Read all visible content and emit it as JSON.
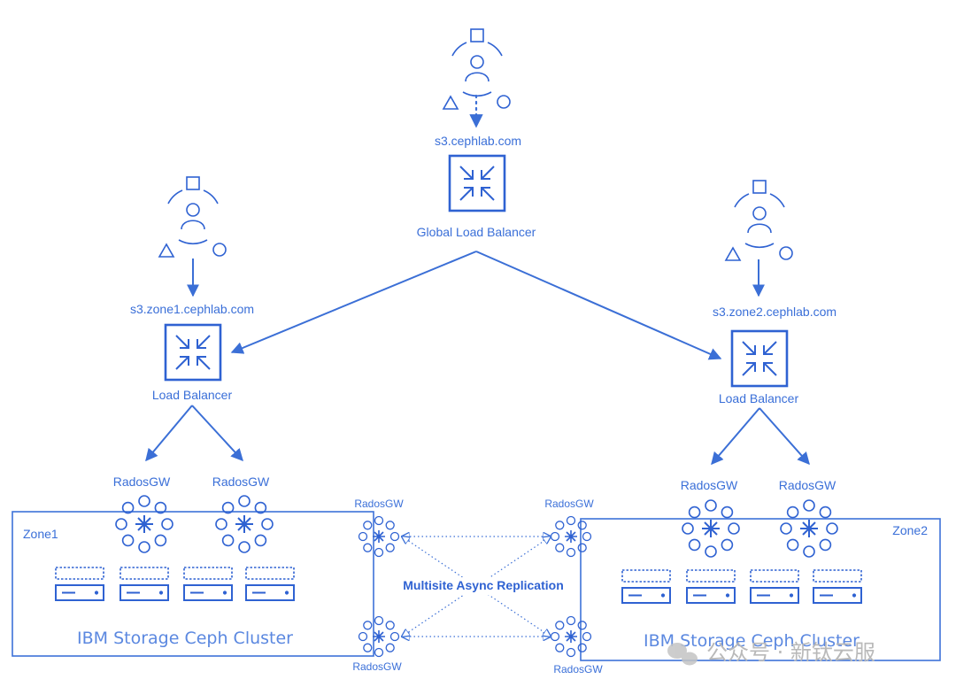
{
  "colors": {
    "primary": "#2f62d2",
    "line": "#3b6fd6",
    "zone_border": "#3d72d8",
    "watermark": "#b9b9b9"
  },
  "global": {
    "endpoint": "s3.cephlab.com",
    "balancer_label": "Global Load Balancer"
  },
  "zone1": {
    "endpoint": "s3.zone1.cephlab.com",
    "balancer_label": "Load Balancer",
    "zone_label": "Zone1",
    "cluster_label": "IBM Storage Ceph Cluster",
    "gateways": [
      "RadosGW",
      "RadosGW"
    ],
    "sync_gateways": [
      "RadosGW",
      "RadosGW"
    ]
  },
  "zone2": {
    "endpoint": "s3.zone2.cephlab.com",
    "balancer_label": "Load Balancer",
    "zone_label": "Zone2",
    "cluster_label": "IBM Storage Ceph Cluster",
    "gateways": [
      "RadosGW",
      "RadosGW"
    ],
    "sync_gateways": [
      "RadosGW",
      "RadosGW"
    ]
  },
  "replication": {
    "label": "Multisite Async Replication"
  },
  "watermark": {
    "text": "公众号 · 新钛云服",
    "icon": "wechat-icon"
  },
  "icons": {
    "users": "user-group-icon",
    "balancer": "load-balancer-icon",
    "gateway": "radosgw-cluster-icon",
    "server": "server-rack-icon"
  }
}
